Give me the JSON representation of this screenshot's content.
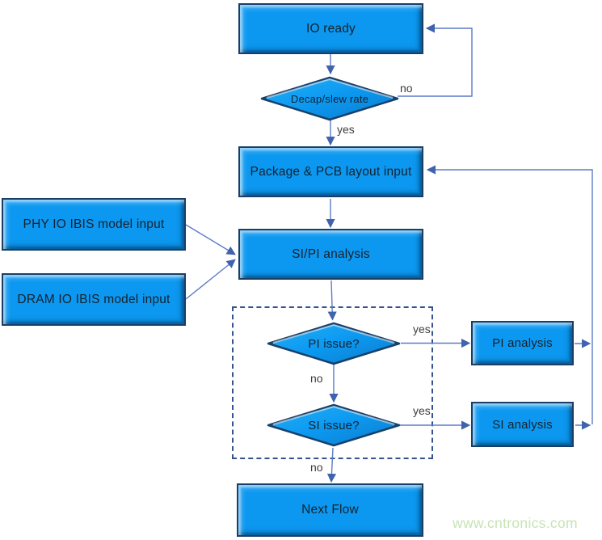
{
  "diagram": {
    "nodes": {
      "io_ready": "IO ready",
      "decap": "Decap/slew rate",
      "package": "Package & PCB layout input",
      "phy": "PHY IO IBIS model input",
      "dram": "DRAM IO IBIS model input",
      "sipi": "SI/PI analysis",
      "pi_issue": "PI issue?",
      "si_issue": "SI issue?",
      "pi_analysis": "PI analysis",
      "si_analysis": "SI analysis",
      "next_flow": "Next Flow"
    },
    "edge_labels": {
      "decap_no": "no",
      "decap_yes": "yes",
      "pi_yes": "yes",
      "pi_no": "no",
      "si_yes": "yes",
      "si_no": "no"
    },
    "watermark": "www.cntronics.com",
    "colors": {
      "node_fill": "#0c98f0",
      "node_border": "#173f68",
      "connector": "#5b7cc7",
      "arrowhead": "#3f63ad",
      "dashed_frame": "#35518e",
      "edge_label_text": "#3d3d3d",
      "watermark_text": "#c6e4b2"
    }
  }
}
